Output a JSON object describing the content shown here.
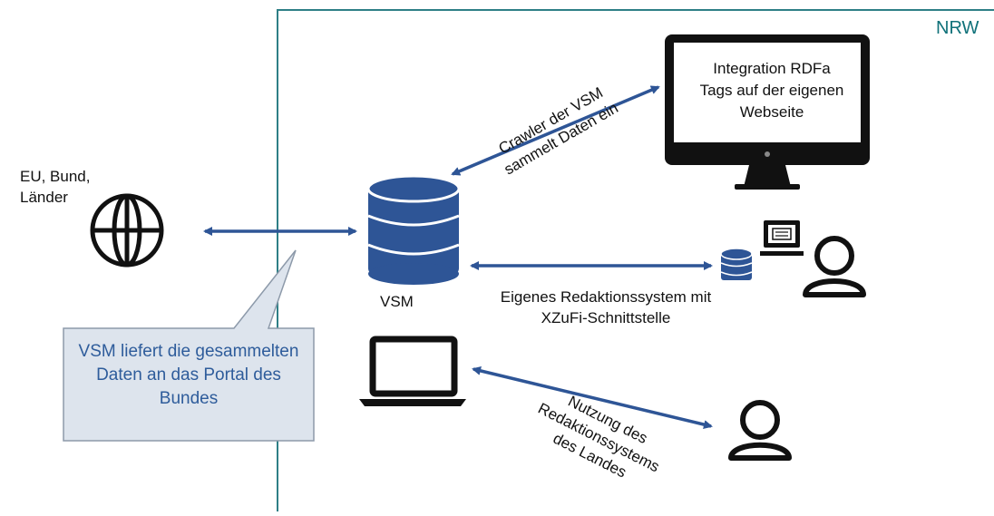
{
  "region": {
    "name": "NRW"
  },
  "external": {
    "label_lines": [
      "EU, Bund,",
      "Länder"
    ]
  },
  "vsm": {
    "label": "VSM"
  },
  "callout": {
    "text": "VSM liefert die gesammelten Daten an das Portal des Bundes"
  },
  "website": {
    "screen_lines": [
      "Integration RDFa",
      "Tags auf der eigenen",
      "Webseite"
    ]
  },
  "crawler": {
    "label_lines": [
      "Crawler der VSM",
      "sammelt Daten ein"
    ]
  },
  "redaktion": {
    "label_lines": [
      "Eigenes Redaktionssystem mit",
      "XZuFi-Schnittstelle"
    ]
  },
  "nutzung": {
    "label_lines": [
      "Nutzung des",
      "Redaktionssystems",
      "des Landes"
    ]
  },
  "colors": {
    "arrow": "#2e5596",
    "database": "#2e5596",
    "region_border": "#2e7f86",
    "callout_fill": "#dde4ed",
    "callout_border": "#8d9aaa"
  },
  "icons": [
    "globe-icon",
    "database-icon",
    "monitor-icon",
    "small-database-icon",
    "computer-icon",
    "user-icon",
    "laptop-icon"
  ]
}
